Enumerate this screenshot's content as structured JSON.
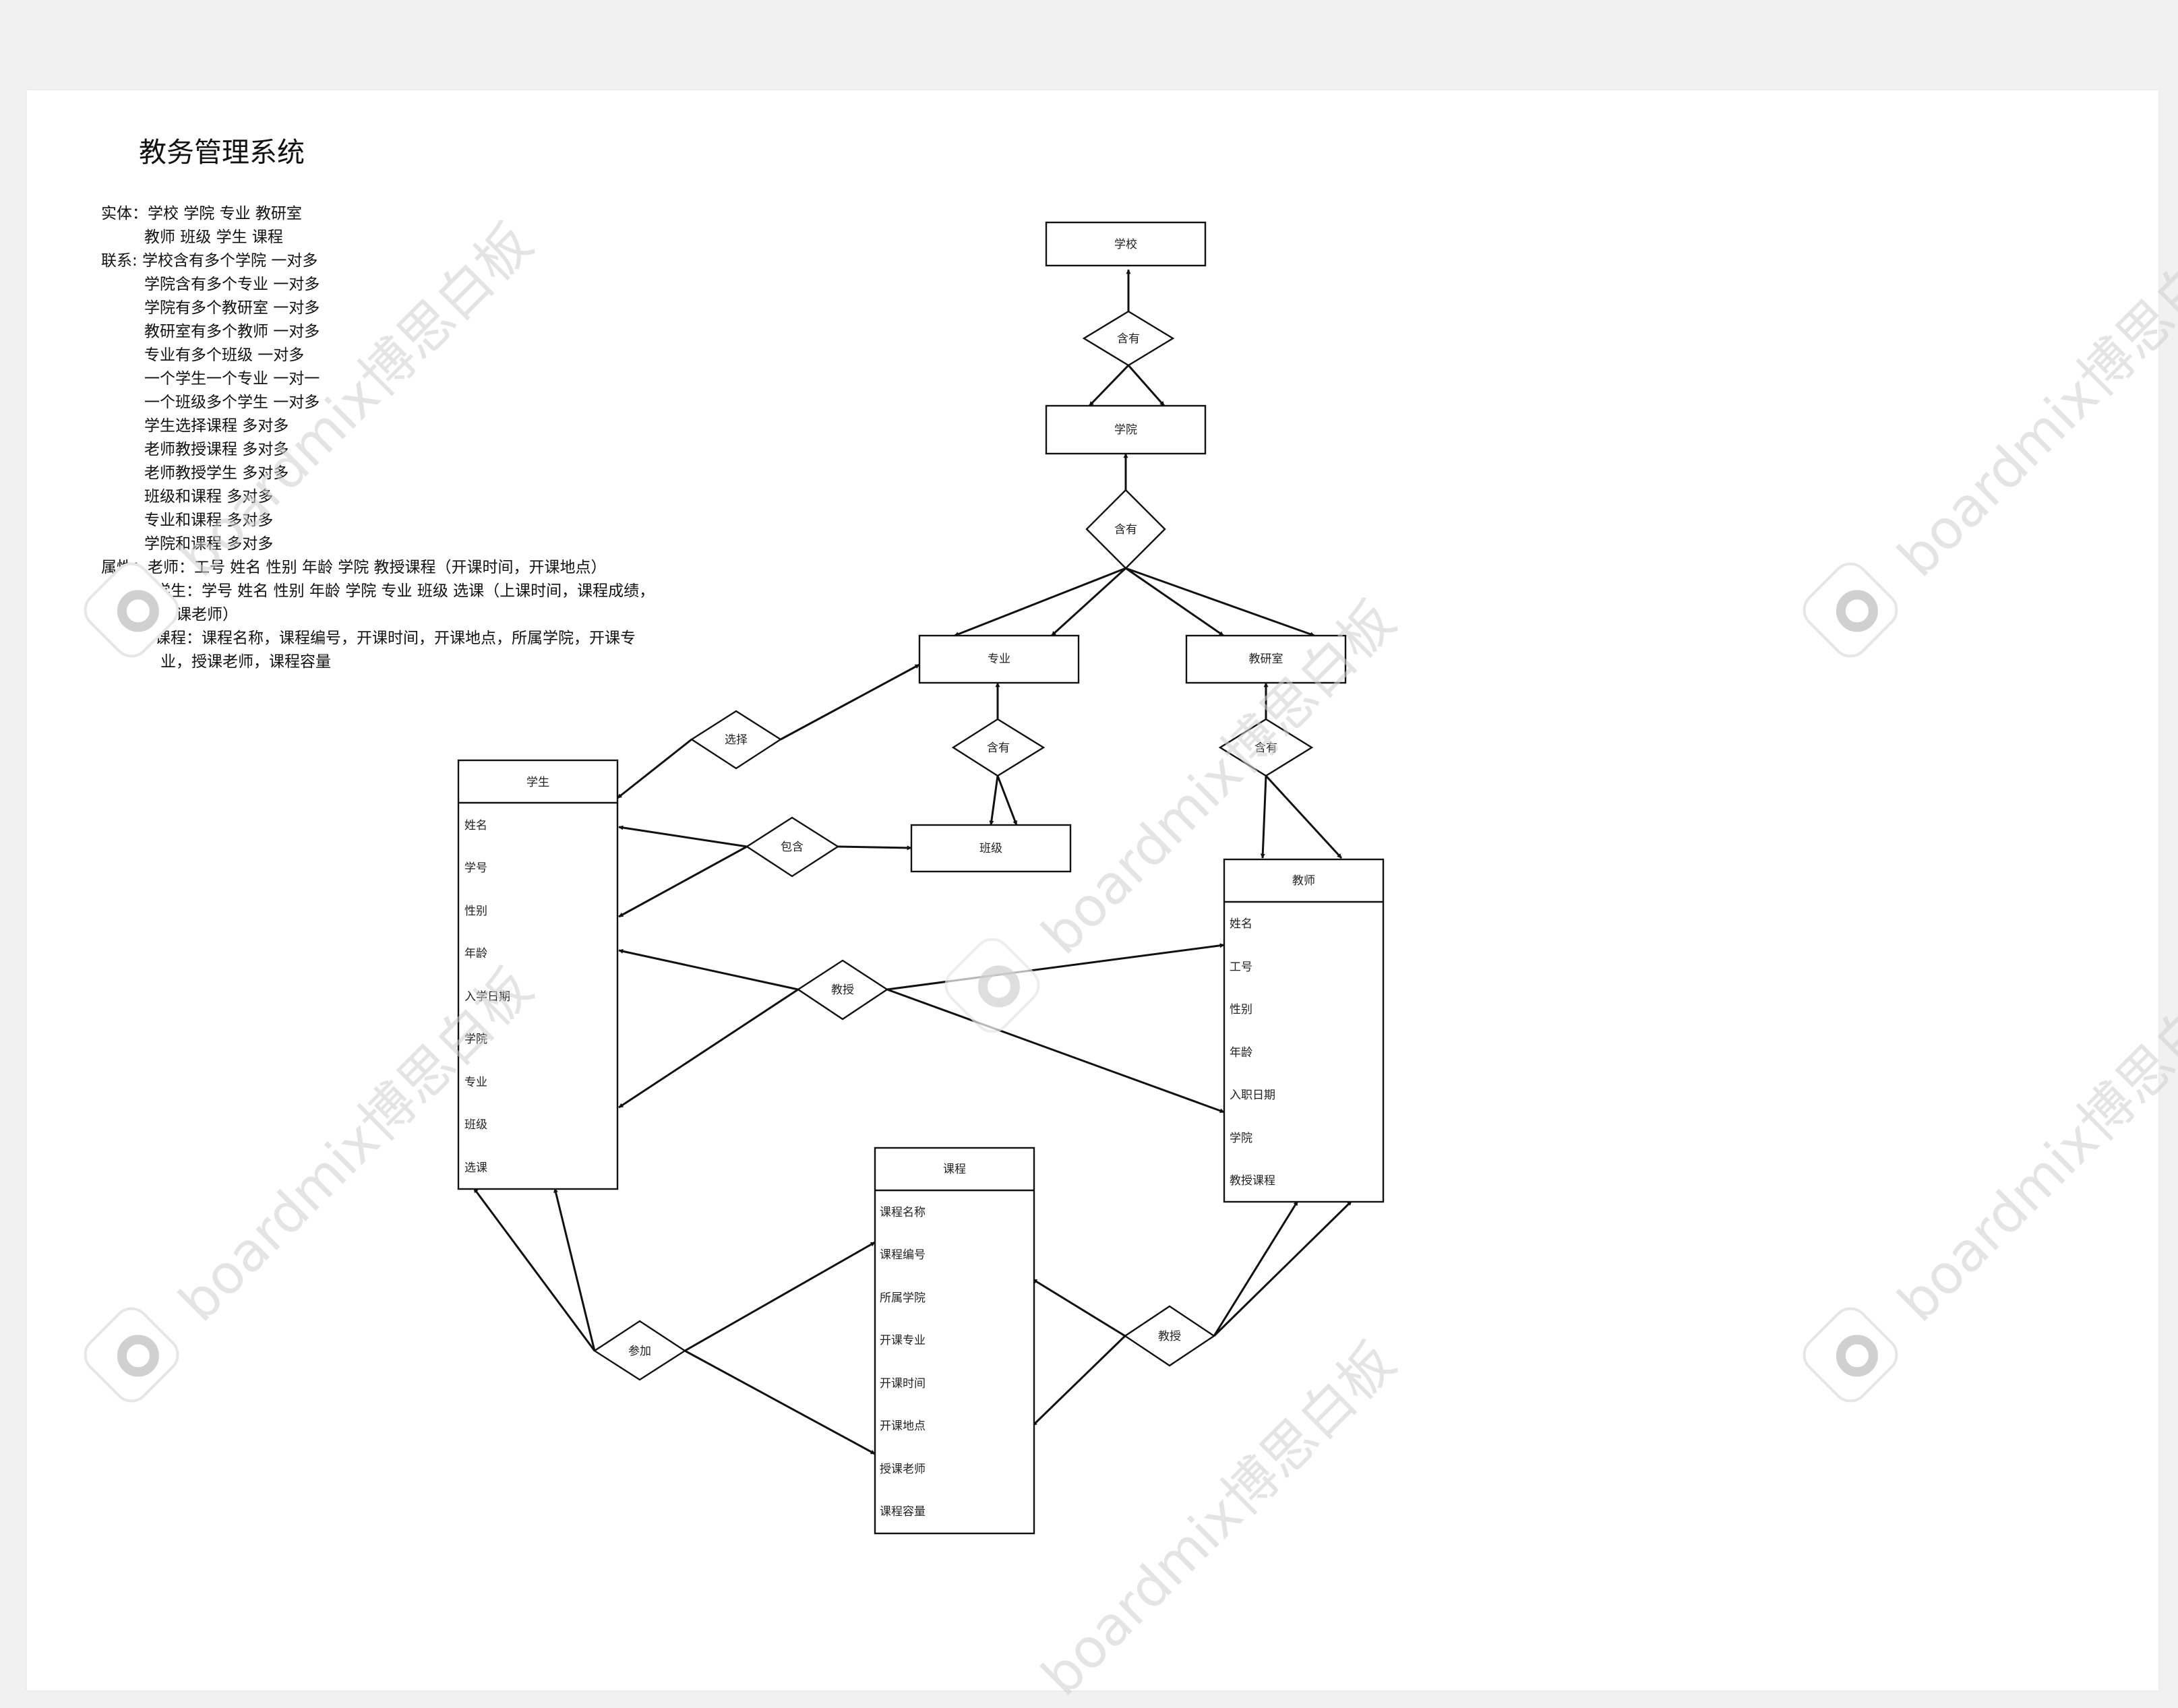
{
  "title": "教务管理系统",
  "notes": [
    {
      "indent": 0,
      "text": "实体：学校 学院  专业 教研室"
    },
    {
      "indent": 1,
      "text": "教师 班级 学生 课程"
    },
    {
      "indent": 0,
      "text": "联系: 学校含有多个学院  一对多"
    },
    {
      "indent": 1,
      "text": "学院含有多个专业 一对多"
    },
    {
      "indent": 1,
      "text": "学院有多个教研室 一对多"
    },
    {
      "indent": 1,
      "text": "教研室有多个教师 一对多"
    },
    {
      "indent": 1,
      "text": "专业有多个班级 一对多"
    },
    {
      "indent": 1,
      "text": "一个学生一个专业 一对一"
    },
    {
      "indent": 1,
      "text": "一个班级多个学生 一对多"
    },
    {
      "indent": 1,
      "text": "学生选择课程 多对多"
    },
    {
      "indent": 1,
      "text": "老师教授课程 多对多"
    },
    {
      "indent": 1,
      "text": "老师教授学生 多对多"
    },
    {
      "indent": 1,
      "text": "班级和课程 多对多"
    },
    {
      "indent": 1,
      "text": "专业和课程 多对多"
    },
    {
      "indent": 1,
      "text": "学院和课程 多对多"
    },
    {
      "indent": 0,
      "text": "属性：老师：工号 姓名 性别 年龄 学院 教授课程（开课时间，开课地点）"
    },
    {
      "indent": 2,
      "text": "学生：学号 姓名 性别 年龄 学院 专业 班级 选课（上课时间，课程成绩，"
    },
    {
      "indent": 3,
      "text": "任课老师）"
    },
    {
      "indent": 2,
      "text": "课程：课程名称，课程编号，开课时间，开课地点，所属学院，开课专"
    },
    {
      "indent": 3,
      "text": "业，授课老师，课程容量"
    }
  ],
  "entities": {
    "school": {
      "label": "学校"
    },
    "college": {
      "label": "学院"
    },
    "major": {
      "label": "专业"
    },
    "office": {
      "label": "教研室"
    },
    "class": {
      "label": "班级"
    },
    "student": {
      "label": "学生",
      "attrs": [
        "姓名",
        "学号",
        "性别",
        "年龄",
        "入学日期",
        "学院",
        "专业",
        "班级",
        "选课"
      ]
    },
    "teacher": {
      "label": "教师",
      "attrs": [
        "姓名",
        "工号",
        "性别",
        "年龄",
        "入职日期",
        "学院",
        "教授课程"
      ]
    },
    "course": {
      "label": "课程",
      "attrs": [
        "课程名称",
        "课程编号",
        "所属学院",
        "开课专业",
        "开课时间",
        "开课地点",
        "授课老师",
        "课程容量"
      ]
    }
  },
  "relations": {
    "school_college": {
      "label": "含有"
    },
    "college_children": {
      "label": "含有"
    },
    "major_class": {
      "label": "含有"
    },
    "office_teacher": {
      "label": "含有"
    },
    "select": {
      "label": "选择"
    },
    "contain": {
      "label": "包含"
    },
    "teach_students": {
      "label": "教授"
    },
    "attend": {
      "label": "参加"
    },
    "teach_course": {
      "label": "教授"
    }
  },
  "watermark": "boardmix博思白板"
}
